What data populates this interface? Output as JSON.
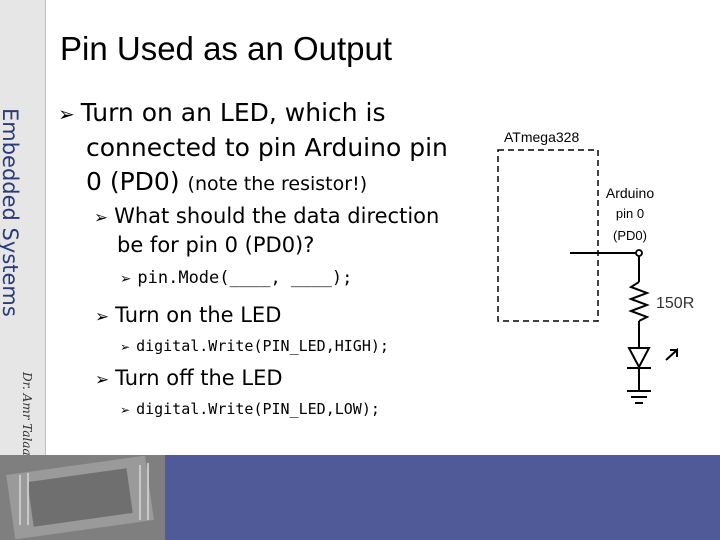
{
  "slide": {
    "title": "Pin Used as an Output",
    "side_label": "Embedded Systems",
    "author": "Dr. Amr Talaat"
  },
  "bullets": {
    "b1_line1": "Turn on an LED, which is",
    "b1_line2": "connected to pin Arduino pin",
    "b1_line3_main": "0 (PD0)",
    "b1_line3_note": "(note the resistor!)",
    "b2_line1": "What should the data direction",
    "b2_line2": "be for pin 0 (PD0)?",
    "b3": "pin.Mode(____, ____);",
    "b4": "Turn on the LED",
    "b5": "digital.Write(PIN_LED,HIGH);",
    "b6": "Turn off the LED",
    "b7": "digital.Write(PIN_LED,LOW);"
  },
  "circuit": {
    "chip_label": "ATmega328",
    "pin_label_1": "Arduino",
    "pin_label_2": "pin 0",
    "pin_label_3": "(PD0)",
    "resistor_label": "150R"
  },
  "colors": {
    "side_text": "#2a3a7a",
    "bottom_bar": "#4b5590"
  }
}
